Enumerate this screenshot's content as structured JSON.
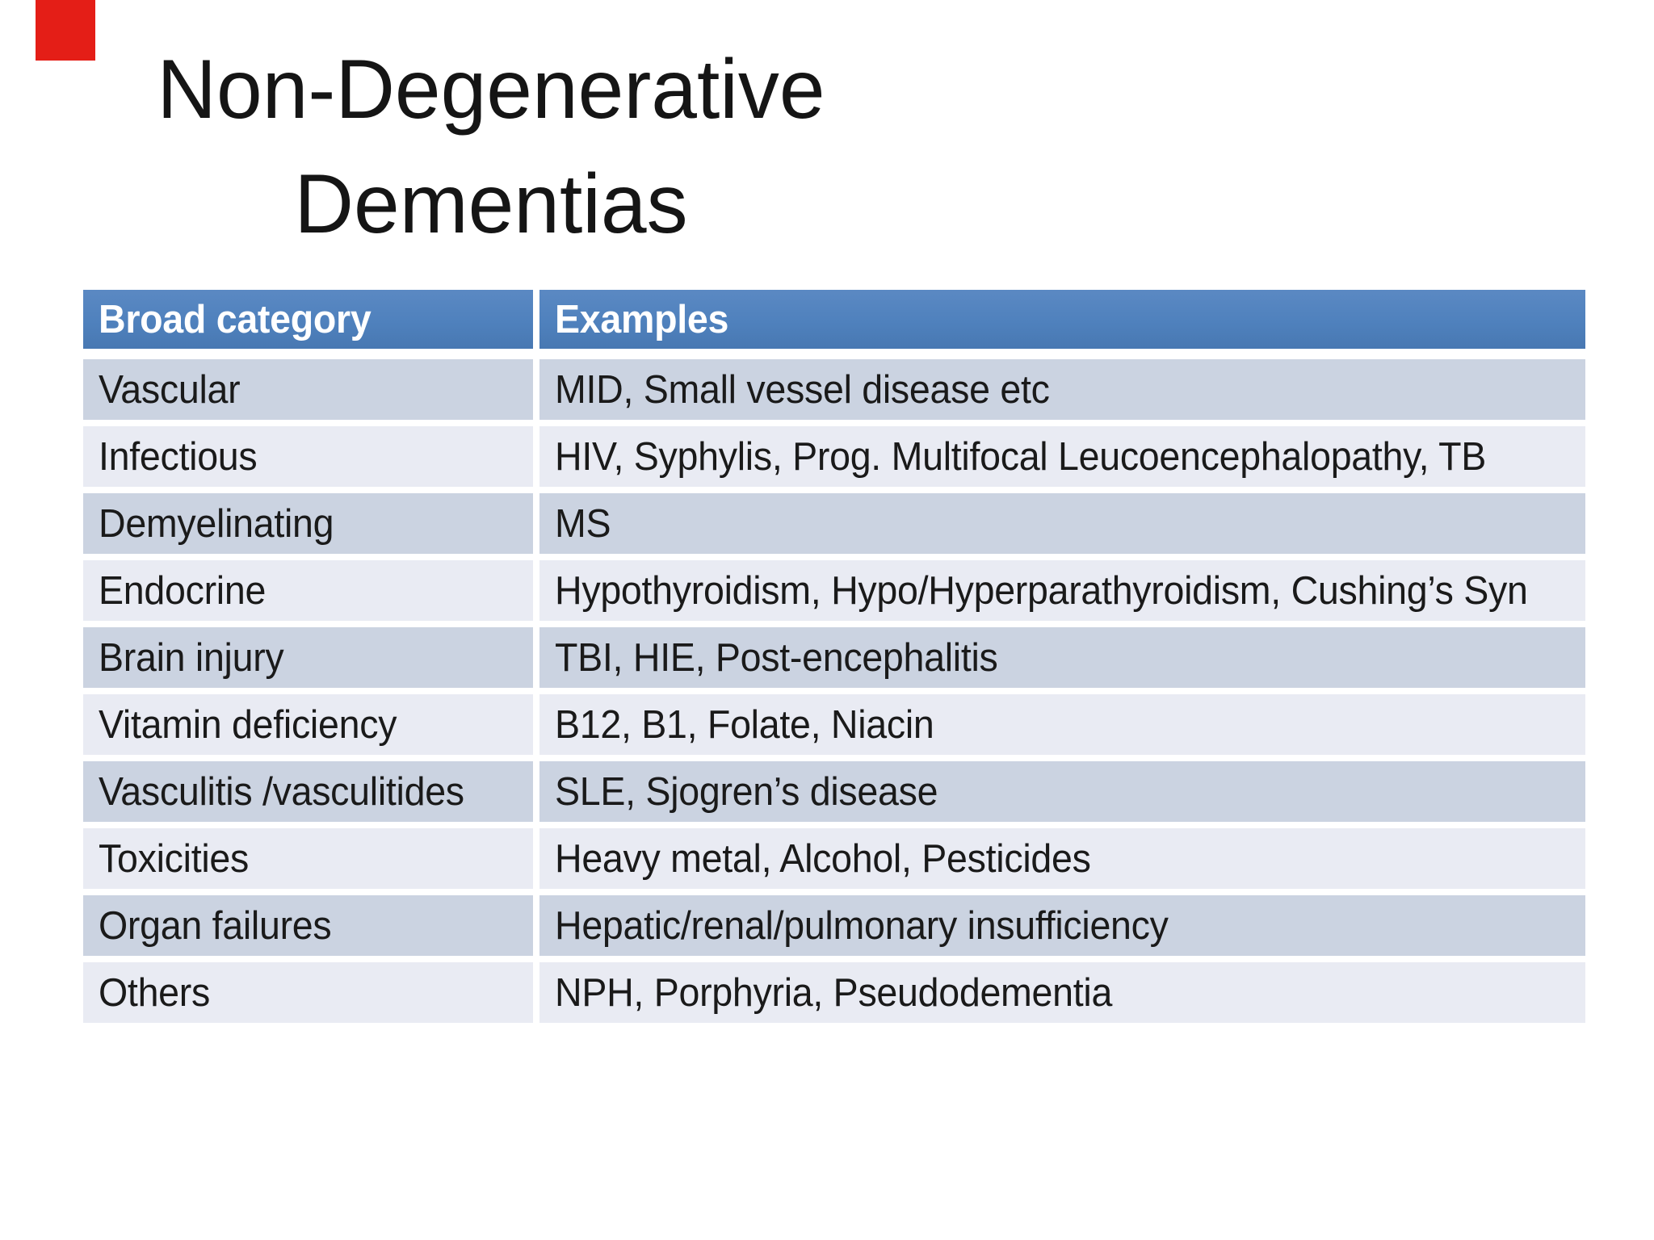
{
  "slide": {
    "title_line1": "Non-Degenerative",
    "title_line2": "Dementias",
    "red_marker_color": "#e41e17"
  },
  "table": {
    "columns": [
      "Broad category",
      "Examples"
    ],
    "rows": [
      {
        "category": "Vascular",
        "examples": "MID, Small vessel disease etc"
      },
      {
        "category": "Infectious",
        "examples": "HIV, Syphylis, Prog. Multifocal Leucoencephalopathy, TB"
      },
      {
        "category": "Demyelinating",
        "examples": "MS"
      },
      {
        "category": "Endocrine",
        "examples": "Hypothyroidism, Hypo/Hyperparathyroidism, Cushing’s Syn"
      },
      {
        "category": "Brain injury",
        "examples": "TBI, HIE, Post-encephalitis"
      },
      {
        "category": "Vitamin deficiency",
        "examples": "B12, B1, Folate, Niacin"
      },
      {
        "category": "Vasculitis /vasculitides",
        "examples": "SLE, Sjogren’s disease"
      },
      {
        "category": "Toxicities",
        "examples": "Heavy metal, Alcohol, Pesticides"
      },
      {
        "category": "Organ failures",
        "examples": "Hepatic/renal/pulmonary insufficiency"
      },
      {
        "category": "Others",
        "examples": "NPH, Porphyria, Pseudodementia"
      }
    ],
    "colors": {
      "header_bg": "#4f81bd",
      "header_bg_top": "#5b89c3",
      "header_bg_bot": "#4878b2",
      "header_text": "#ffffff",
      "row_odd_bg": "#cbd3e1",
      "row_even_bg": "#e9ebf3",
      "body_text": "#1a1a1a"
    }
  }
}
